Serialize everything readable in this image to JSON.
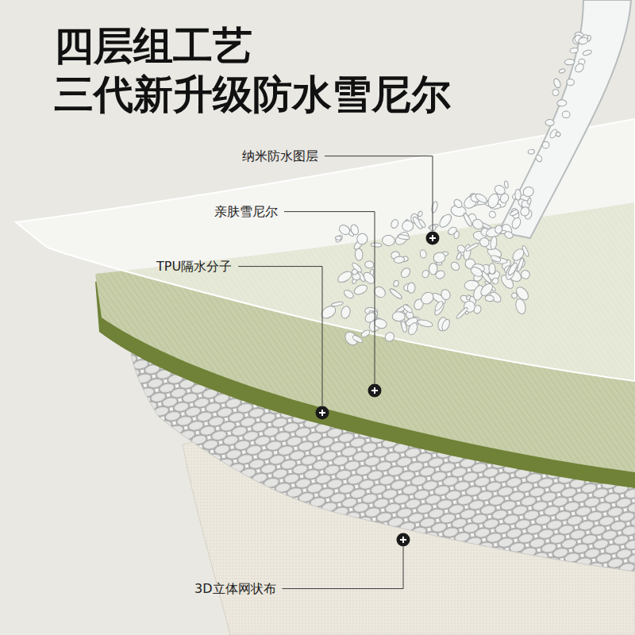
{
  "diagram": {
    "title": "四层组工艺 三代新升级防水雪尼尔",
    "labels": [
      "纳米防水图层",
      "亲肤雪尼尔",
      "TPU隔水分子",
      "3D立体网状布"
    ]
  }
}
